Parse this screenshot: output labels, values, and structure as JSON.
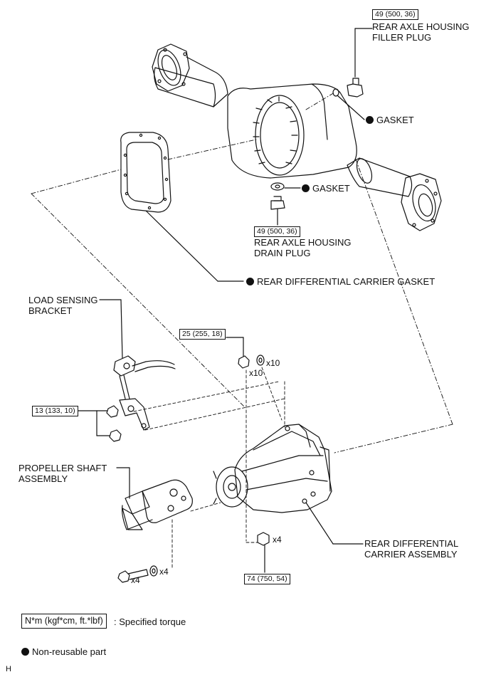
{
  "torque": {
    "filler": "49 (500, 36)",
    "drain": "49 (500, 36)",
    "upper_nut": "25 (255, 18)",
    "bracket_nut": "13 (133, 10)",
    "carrier_nut": "74 (750, 54)"
  },
  "labels": {
    "filler_plug_1": "REAR AXLE HOUSING",
    "filler_plug_2": "FILLER PLUG",
    "gasket_upper": "GASKET",
    "gasket_lower": "GASKET",
    "drain_plug_1": "REAR AXLE HOUSING",
    "drain_plug_2": "DRAIN PLUG",
    "carrier_gasket": "REAR DIFFERENTIAL CARRIER GASKET",
    "load_sensing_1": "LOAD SENSING",
    "load_sensing_2": "BRACKET",
    "propeller_1": "PROPELLER SHAFT",
    "propeller_2": "ASSEMBLY",
    "carrier_assy_1": "REAR DIFFERENTIAL",
    "carrier_assy_2": "CARRIER ASSEMBLY"
  },
  "quantities": {
    "nut_upper": "x10",
    "washer_upper": "x10",
    "carrier_nut": "x4",
    "bolt": "x4",
    "washer_lower": "x4"
  },
  "legend": {
    "torque_unit": "N*m (kgf*cm, ft.*lbf)",
    "torque_desc": ": Specified torque",
    "nonreusable": "Non-reusable part"
  },
  "corner_mark": "H"
}
